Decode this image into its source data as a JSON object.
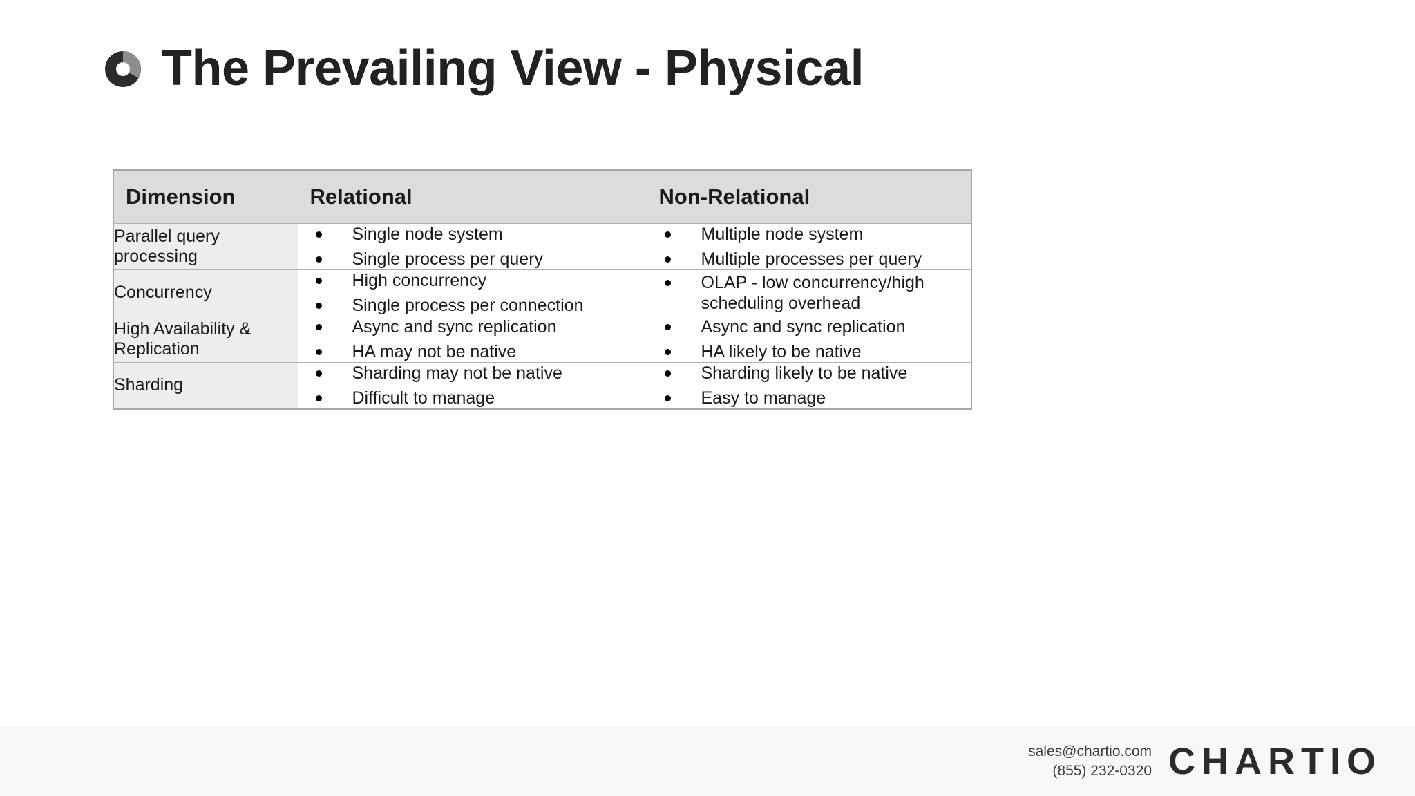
{
  "slide": {
    "title": "The Prevailing View - Physical",
    "logo_icon": "donut-chart-logo"
  },
  "theme": {
    "background": "#ffffff",
    "header_fill": "#dcdcdc",
    "dimension_fill": "#ededed",
    "body_fill": "#ffffff",
    "border": "#b2b2b2",
    "outer_border": "#a6a6a6",
    "text": "#1a1a1a",
    "footer_fill": "#f8f8f8",
    "wordmark": "#2b2b2b"
  },
  "table": {
    "headers": [
      "Dimension",
      "Relational",
      "Non-Relational"
    ],
    "rows": [
      {
        "dimension": "Parallel query processing",
        "relational": [
          "Single node system",
          "Single process per query"
        ],
        "non_relational": [
          "Multiple node system",
          "Multiple processes per query"
        ]
      },
      {
        "dimension": "Concurrency",
        "relational": [
          "High concurrency",
          "Single process per connection"
        ],
        "non_relational": [
          "OLAP - low concurrency/high scheduling overhead"
        ]
      },
      {
        "dimension": "High Availability & Replication",
        "relational": [
          "Async and sync replication",
          "HA may not be native"
        ],
        "non_relational": [
          "Async and sync replication",
          "HA likely to be native"
        ]
      },
      {
        "dimension": "Sharding",
        "relational": [
          "Sharding may not be native",
          "Difficult to manage"
        ],
        "non_relational": [
          "Sharding likely to be native",
          "Easy to manage"
        ]
      }
    ]
  },
  "footer": {
    "email": "sales@chartio.com",
    "phone": "(855) 232-0320",
    "wordmark": "CHARTIO"
  }
}
